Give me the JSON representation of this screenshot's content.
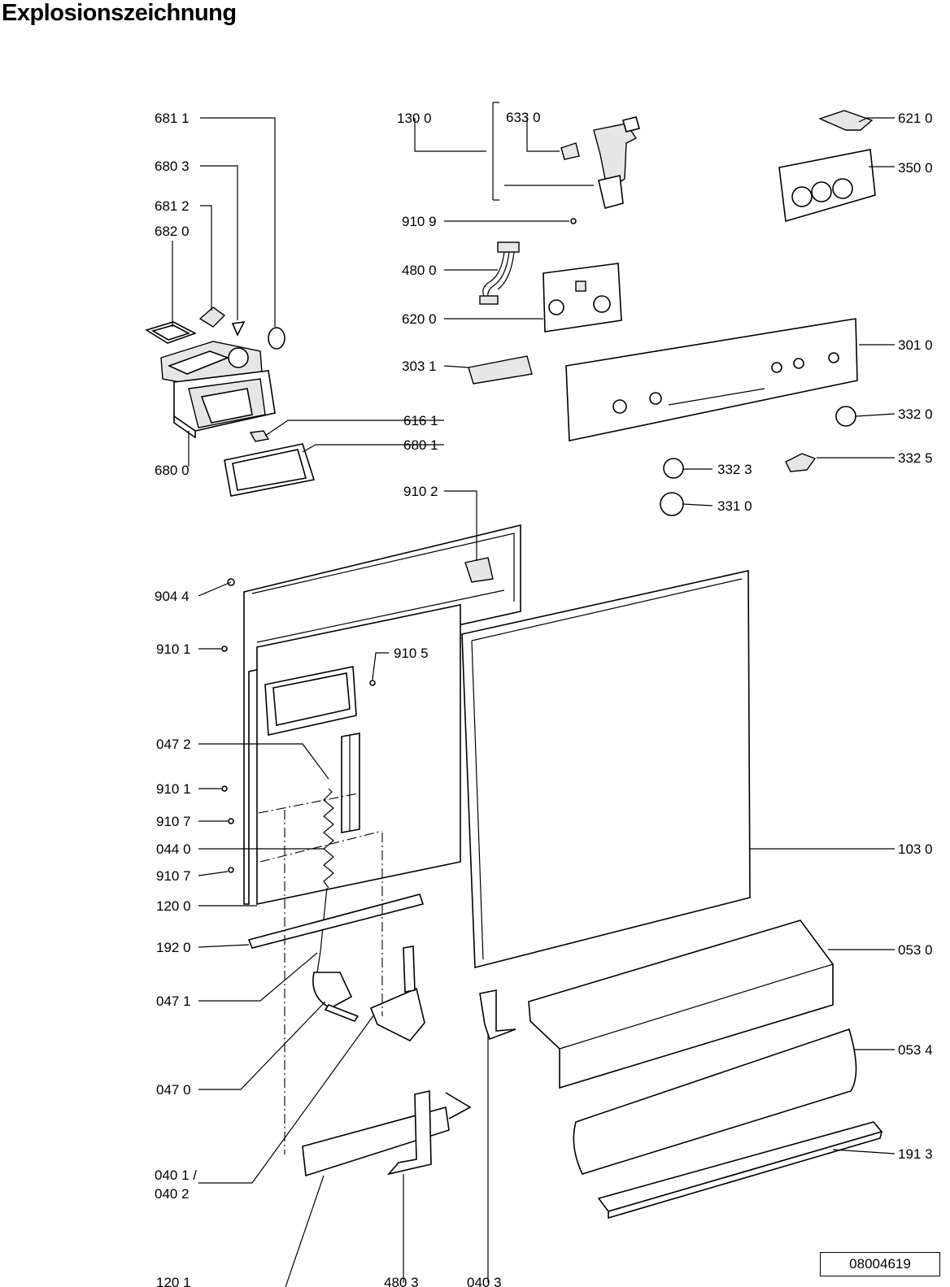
{
  "title": "Explosionszeichnung",
  "reference_number": "08004619",
  "part_labels": [
    "681 1",
    "680 3",
    "681 2",
    "682 0",
    "680 0",
    "616 1",
    "680 1",
    "130 0",
    "633 0",
    "910 9",
    "480 0",
    "620 0",
    "303 1",
    "621 0",
    "350 0",
    "301 0",
    "332 0",
    "332 3",
    "332 5",
    "331 0",
    "910 2",
    "904 4",
    "910 1",
    "910 5",
    "047 2",
    "910 1",
    "910 7",
    "044 0",
    "910 7",
    "120 0",
    "192 0",
    "047 1",
    "047 0",
    "040 1 /",
    "040 2",
    "120 1",
    "480 3",
    "040 3",
    "103 0",
    "053 0",
    "053 4",
    "191 3"
  ]
}
